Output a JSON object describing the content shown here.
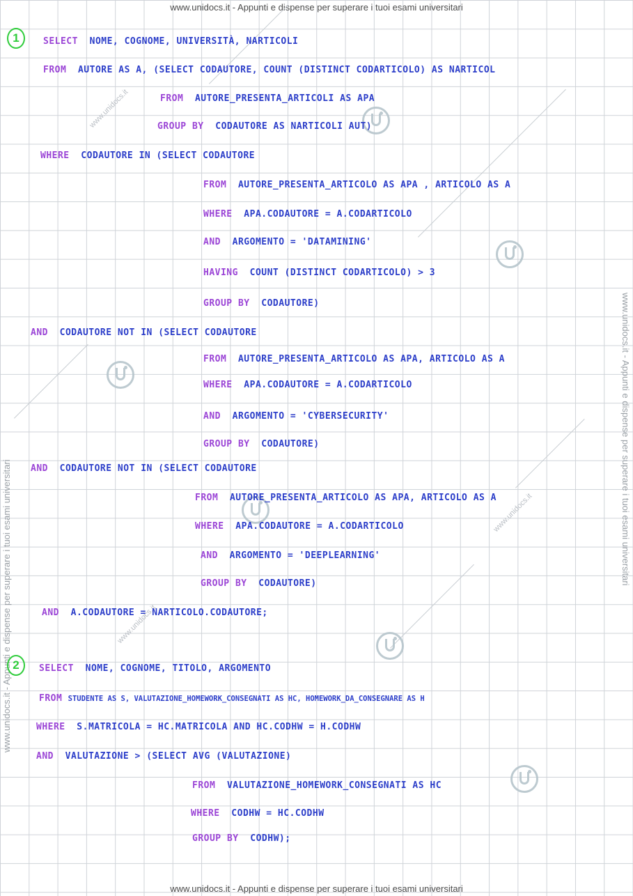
{
  "watermark": {
    "banner": "www.unidocs.it - Appunti e dispense per superare i tuoi esami universitari",
    "short": "www.unidocs.it"
  },
  "exercises": [
    {
      "number": "1",
      "lines": [
        {
          "kw": "SELECT",
          "text": "NOME, COGNOME, UNIVERSITÀ, NARTICOLI"
        },
        {
          "kw": "FROM",
          "text": "AUTORE AS A, (SELECT CODAUTORE, COUNT (DISTINCT CODARTICOLO) AS NARTICOL"
        },
        {
          "kw": "FROM",
          "text": "AUTORE_PRESENTA_ARTICOLI AS APA"
        },
        {
          "kw": "GROUP BY",
          "text": "CODAUTORE AS NARTICOLI AUT)"
        },
        {
          "kw": "WHERE",
          "text": "CODAUTORE IN (SELECT CODAUTORE"
        },
        {
          "kw": "FROM",
          "text": "AUTORE_PRESENTA_ARTICOLO AS APA , ARTICOLO AS A"
        },
        {
          "kw": "WHERE",
          "text": "APA.CODAUTORE = A.CODARTICOLO"
        },
        {
          "kw": "AND",
          "text": "ARGOMENTO = 'DATAMINING'"
        },
        {
          "kw": "HAVING",
          "text": "COUNT (DISTINCT CODARTICOLO) > 3"
        },
        {
          "kw": "GROUP BY",
          "text": "CODAUTORE)"
        },
        {
          "kw": "AND",
          "text": "CODAUTORE NOT IN (SELECT CODAUTORE"
        },
        {
          "kw": "FROM",
          "text": "AUTORE_PRESENTA_ARTICOLO AS APA, ARTICOLO AS A"
        },
        {
          "kw": "WHERE",
          "text": "APA.CODAUTORE = A.CODARTICOLO"
        },
        {
          "kw": "AND",
          "text": "ARGOMENTO = 'CYBERSECURITY'"
        },
        {
          "kw": "GROUP BY",
          "text": "CODAUTORE)"
        },
        {
          "kw": "AND",
          "text": "CODAUTORE NOT IN (SELECT CODAUTORE"
        },
        {
          "kw": "FROM",
          "text": "AUTORE_PRESENTA_ARTICOLO AS APA, ARTICOLO AS A"
        },
        {
          "kw": "WHERE",
          "text": "APA.CODAUTORE = A.CODARTICOLO"
        },
        {
          "kw": "AND",
          "text": "ARGOMENTO = 'DEEPLEARNING'"
        },
        {
          "kw": "GROUP BY",
          "text": "CODAUTORE)"
        },
        {
          "kw": "AND",
          "text": "A.CODAUTORE = NARTICOLO.CODAUTORE;"
        }
      ]
    },
    {
      "number": "2",
      "lines": [
        {
          "kw": "SELECT",
          "text": "NOME, COGNOME, TITOLO, ARGOMENTO"
        },
        {
          "kw": "FROM",
          "text": "STUDENTE AS S, VALUTAZIONE_HOMEWORK_CONSEGNATI AS HC, HOMEWORK_DA_CONSEGNARE AS H"
        },
        {
          "kw": "WHERE",
          "text": "S.MATRICOLA = HC.MATRICOLA AND HC.CODHW = H.CODHW"
        },
        {
          "kw": "AND",
          "text": "VALUTAZIONE > (SELECT AVG (VALUTAZIONE)"
        },
        {
          "kw": "FROM",
          "text": "VALUTAZIONE_HOMEWORK_CONSEGNATI AS HC"
        },
        {
          "kw": "WHERE",
          "text": "CODHW = HC.CODHW"
        },
        {
          "kw": "GROUP BY",
          "text": "CODHW);"
        }
      ]
    }
  ]
}
